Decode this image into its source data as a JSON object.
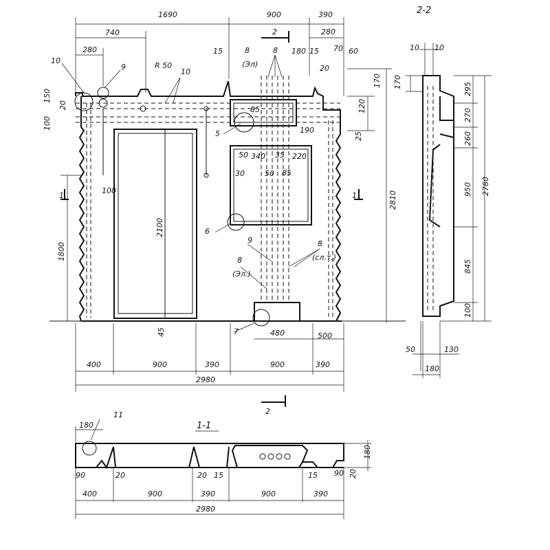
{
  "section_titles": {
    "section_2_2": "2-2",
    "section_1_1": "1-1"
  },
  "cut_marks": {
    "top": "2",
    "bottom": "2",
    "left": "1",
    "right": "1"
  },
  "elevation_dims": {
    "top_1690": "1690",
    "top_900": "900",
    "top_390": "390",
    "d740": "740",
    "d280_left": "280",
    "d280_right": "280",
    "r50": "R 50",
    "d15_top": "15",
    "d180_top": "180",
    "d15_top_b": "15",
    "d70_top": "70",
    "d60_top": "60",
    "d20_top": "20",
    "d150_left": "150",
    "d20_left": "20",
    "d100_left": "100",
    "d120_right": "120",
    "d170_right": "170",
    "d25_right": "25",
    "d85_a": "85",
    "d190": "190",
    "d50_a": "50",
    "d340": "340",
    "d35": "35",
    "d220": "220",
    "d30": "30",
    "d50_b": "50",
    "d85_b": "85",
    "d100_door": "100",
    "d2100": "2100",
    "d1800": "1800",
    "d2810": "2810",
    "d45": "45",
    "d480": "480",
    "d500": "500",
    "bottom_400": "400",
    "bottom_900_a": "900",
    "bottom_390_a": "390",
    "bottom_900_b": "900",
    "bottom_390_b": "390",
    "total_2980": "2980"
  },
  "callouts": {
    "c10_left": "10",
    "c9": "9",
    "c10_mid": "10",
    "c8_a": "8",
    "c8_a_note": "(Эл)",
    "c8_b": "8",
    "c5": "5",
    "c6": "6",
    "c9_low": "9",
    "c8_low_right": "8",
    "c8_low_right_note": "(сл.т.)",
    "c8_low_left": "8",
    "c8_low_left_note": "(Эл.)",
    "c7": "7",
    "c11": "11"
  },
  "section22_dims": {
    "d10_a": "10",
    "d10_b": "10",
    "d170": "170",
    "d295": "295",
    "d270": "270",
    "d260": "260",
    "d950": "950",
    "d845": "845",
    "d100": "100",
    "d2780": "2780",
    "d50": "50",
    "d130": "130",
    "d180": "180"
  },
  "section11_dims": {
    "d180_top": "180",
    "d90_left": "90",
    "d20_a": "20",
    "d20_b": "20",
    "d15_a": "15",
    "d15_b": "15",
    "d90_right": "90",
    "d20_right": "20",
    "d180_right": "180",
    "d400": "400",
    "d900_a": "900",
    "d390_a": "390",
    "d900_b": "900",
    "d390_b": "390",
    "total_2980": "2980"
  }
}
